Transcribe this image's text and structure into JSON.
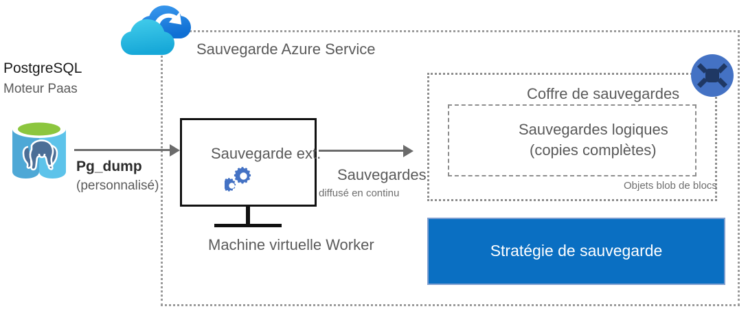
{
  "diagram": {
    "title": "Sauvegarde Azure Service",
    "source": {
      "engine_name": "PostgreSQL",
      "engine_subtitle": "Moteur Paas",
      "icon": "postgresql-database-icon"
    },
    "flow": {
      "dump_label": "Pg_dump",
      "dump_sublabel": "(personnalisé)",
      "stream_label": "Sauvegardes",
      "stream_sublabel": "diffusé en continu"
    },
    "worker": {
      "box_label": "Sauvegarde ext.",
      "caption": "Machine virtuelle Worker",
      "icon": "gears-icon"
    },
    "vault": {
      "title": "Coffre de sauvegardes",
      "inner_title": "Sauvegardes logiques",
      "inner_subtitle": "(copies complètes)",
      "footnote": "Objets blob de blocs",
      "icon": "storage-account-icon"
    },
    "policy": {
      "label": "Stratégie de sauvegarde"
    },
    "icons": {
      "cloud": "azure-backup-cloud-icon"
    },
    "colors": {
      "policy_blue": "#0a6fc2",
      "cloud_dark_blue": "#1f86e0",
      "cloud_light_blue": "#32bfe8",
      "postgres_green": "#8cc63e",
      "postgres_blue": "#57b5e0",
      "gear_blue": "#4472c4",
      "storage_circle": "#4472c4",
      "storage_glyph": "#1f3864",
      "boundary_gray": "#9a9a9a"
    }
  }
}
